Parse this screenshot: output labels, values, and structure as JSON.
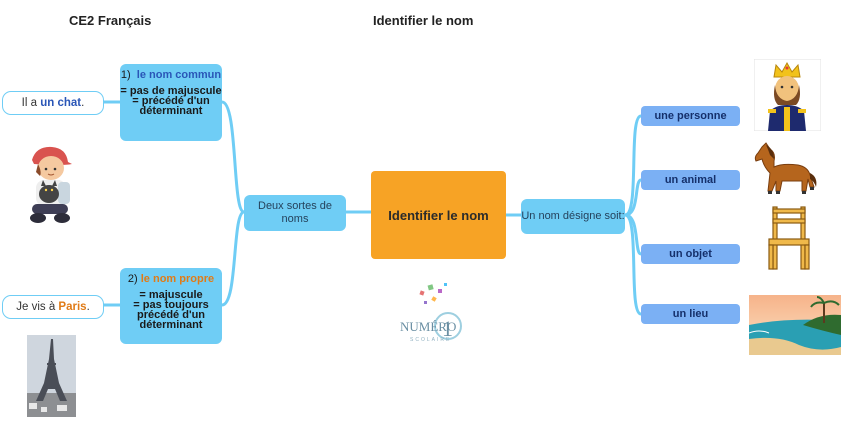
{
  "header": {
    "left": "CE2 Français",
    "center": "Identifier le nom"
  },
  "center_node": "Identifier le nom",
  "types_node": "Deux sortes de noms",
  "designates_node": "Un nom désigne soit:",
  "common": {
    "num": "1)",
    "name": "le nom commun",
    "rule1": "= pas de majuscule",
    "rule2": "= précédé d'un déterminant",
    "example_prefix": "Il a ",
    "example_bold": "un chat",
    "example_suffix": "."
  },
  "proper": {
    "num": "2)",
    "name": "le nom propre",
    "rule1": "= majuscule",
    "rule2": "= pas toujours précédé d'un déterminant",
    "example_prefix": "Je vis à ",
    "example_bold": "Paris",
    "example_suffix": "."
  },
  "categories": [
    {
      "label": "une personne",
      "icon": "king-icon"
    },
    {
      "label": "un animal",
      "icon": "horse-icon"
    },
    {
      "label": "un objet",
      "icon": "chair-icon"
    },
    {
      "label": "un lieu",
      "icon": "beach-icon"
    }
  ],
  "logo": {
    "word": "NUMÉRO",
    "digit": "1",
    "sub": "SCOLAIRE"
  },
  "colors": {
    "orange": "#f7a325",
    "light_blue": "#6fcdf5",
    "leaf_blue": "#7bb0f4",
    "common_text": "#2a56b7",
    "proper_text": "#e07b17"
  }
}
